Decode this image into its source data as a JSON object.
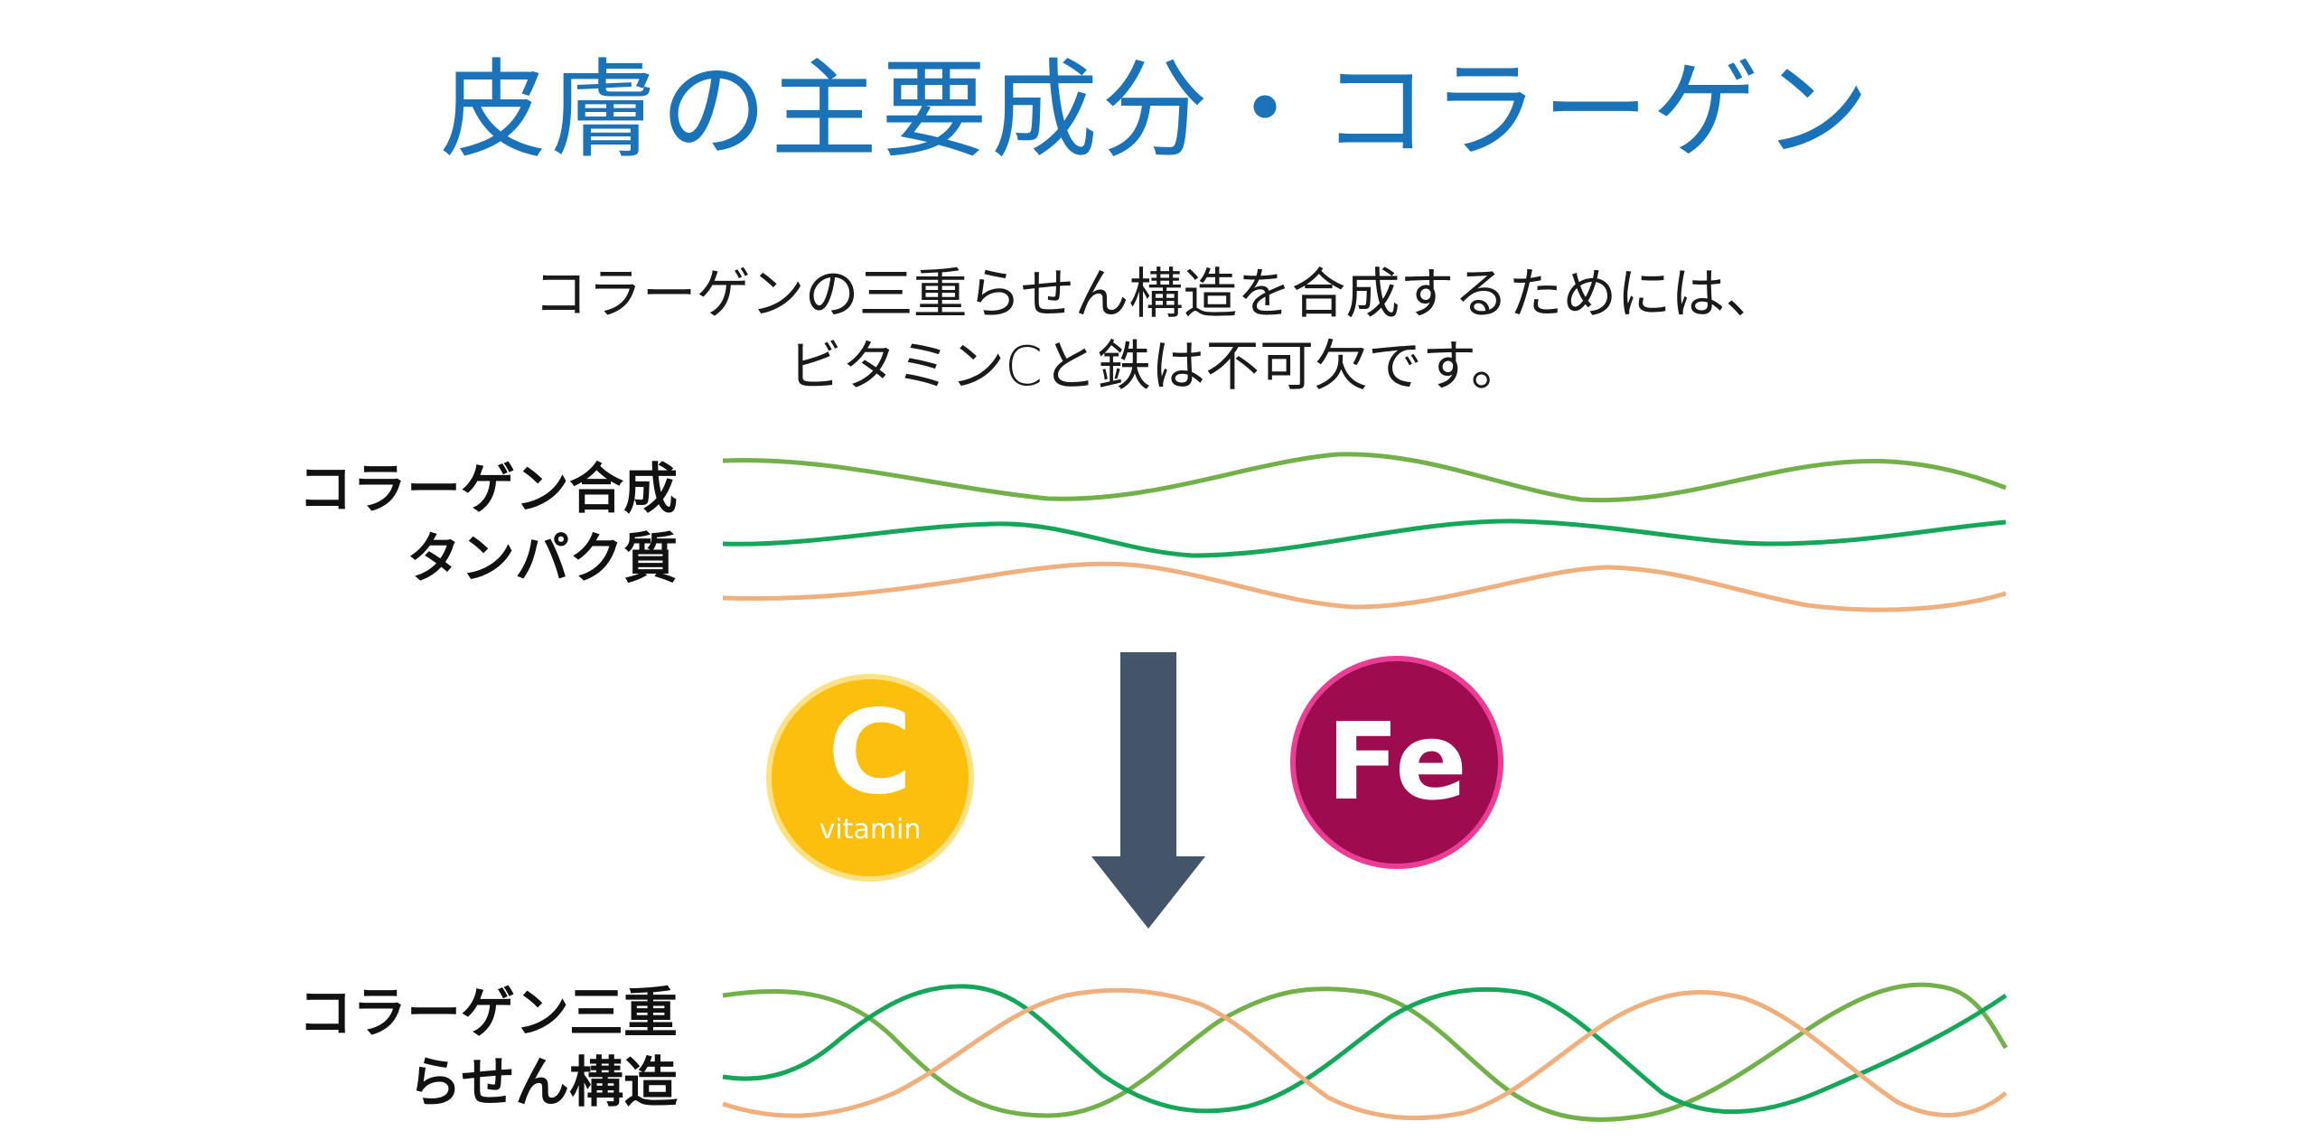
{
  "slide": {
    "title": "皮膚の主要成分・コラーゲン",
    "subtitle_lines": [
      "コラーゲンの三重らせん構造を合成するためには、",
      "ビタミンCと鉄は不可欠です。"
    ]
  },
  "labels": {
    "protein": [
      "コラーゲン合成",
      "タンパク質"
    ],
    "helix": [
      "コラーゲン三重",
      "らせん構造"
    ]
  },
  "badges": {
    "vitamin": {
      "letter": "C",
      "word": "vitamin",
      "color": "#fdbf0e"
    },
    "iron": {
      "letter": "Fe",
      "color": "#9c0c4f"
    }
  },
  "colors": {
    "title": "#1a72b8",
    "wave_light_green": "#72b04a",
    "wave_green": "#16a659",
    "wave_peach": "#f0b07e",
    "arrow": "#44546a"
  },
  "icons": {
    "arrow": "down-arrow-icon",
    "waves": "wave-strands"
  }
}
